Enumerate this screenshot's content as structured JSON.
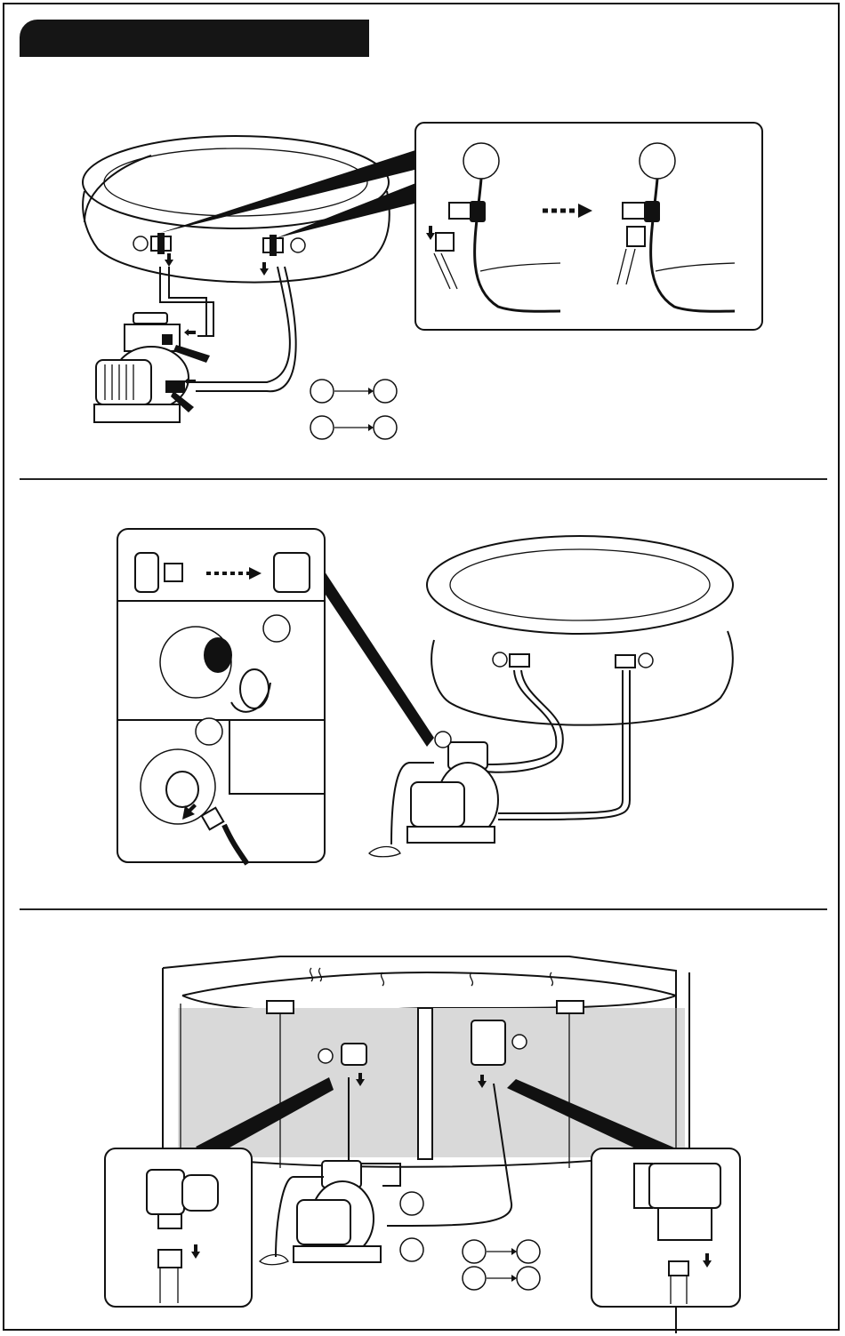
{
  "header": {
    "title": ""
  },
  "steps": [
    "hose-connection",
    "drain-connection",
    "frame-pool-connection"
  ]
}
